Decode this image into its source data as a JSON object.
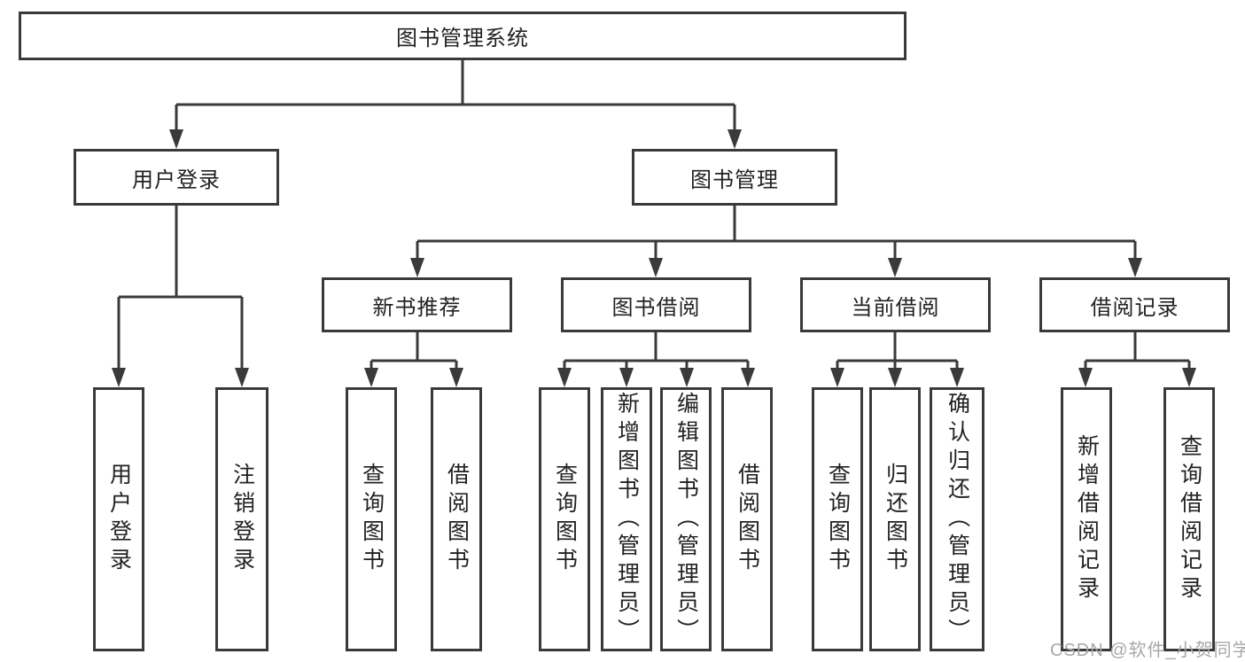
{
  "diagram_type": "hierarchy-tree",
  "tree": {
    "label": "图书管理系统",
    "children": [
      {
        "label": "用户登录",
        "children": [
          {
            "label": "用户登录"
          },
          {
            "label": "注销登录"
          }
        ]
      },
      {
        "label": "图书管理",
        "children": [
          {
            "label": "新书推荐",
            "children": [
              {
                "label": "查询图书"
              },
              {
                "label": "借阅图书"
              }
            ]
          },
          {
            "label": "图书借阅",
            "children": [
              {
                "label": "查询图书"
              },
              {
                "label": "新增图书（管理员）"
              },
              {
                "label": "编辑图书（管理员）"
              },
              {
                "label": "借阅图书"
              }
            ]
          },
          {
            "label": "当前借阅",
            "children": [
              {
                "label": "查询图书"
              },
              {
                "label": "归还图书"
              },
              {
                "label": "确认归还（管理员）"
              }
            ]
          },
          {
            "label": "借阅记录",
            "children": [
              {
                "label": "新增借阅记录"
              },
              {
                "label": "查询借阅记录"
              }
            ]
          }
        ]
      }
    ]
  },
  "watermark": {
    "text": "CSDN @软件_小贺同学"
  },
  "colors": {
    "line": "#3a3a3a",
    "node_border": "#3a3a3a",
    "node_text": "#222222",
    "background": "#ffffff",
    "watermark_text": "#a8a8a8"
  }
}
